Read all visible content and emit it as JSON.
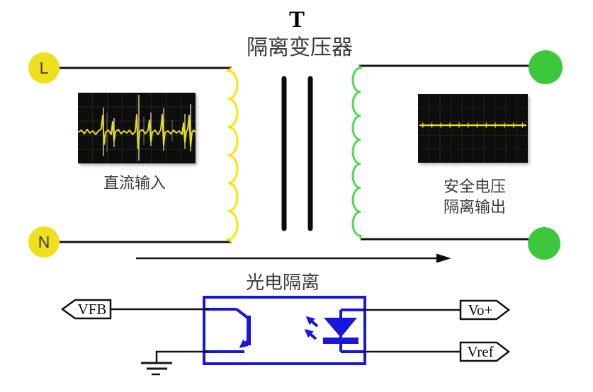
{
  "colors": {
    "terminal-yellow": "#f0df1f",
    "terminal-green": "#3cc83c",
    "coil-yellow": "#ffe400",
    "coil-green": "#4ade4a",
    "opto-blue": "#1616dd",
    "wire-black": "#141414",
    "label-gray": "#3c3c3c",
    "scope-bg": "#0c0c08",
    "scope-trace": "#e6df1c"
  },
  "transformer": {
    "symbol": "T",
    "label": "隔离变压器"
  },
  "terminals": {
    "live": "L",
    "neutral": "N"
  },
  "input_scope": {
    "caption": "直流输入"
  },
  "output_scope": {
    "caption_line1": "安全电压",
    "caption_line2": "隔离输出"
  },
  "optocoupler": {
    "label": "光电隔离"
  },
  "ports": {
    "feedback": "VFB",
    "output_positive": "Vo+",
    "reference": "Vref"
  }
}
